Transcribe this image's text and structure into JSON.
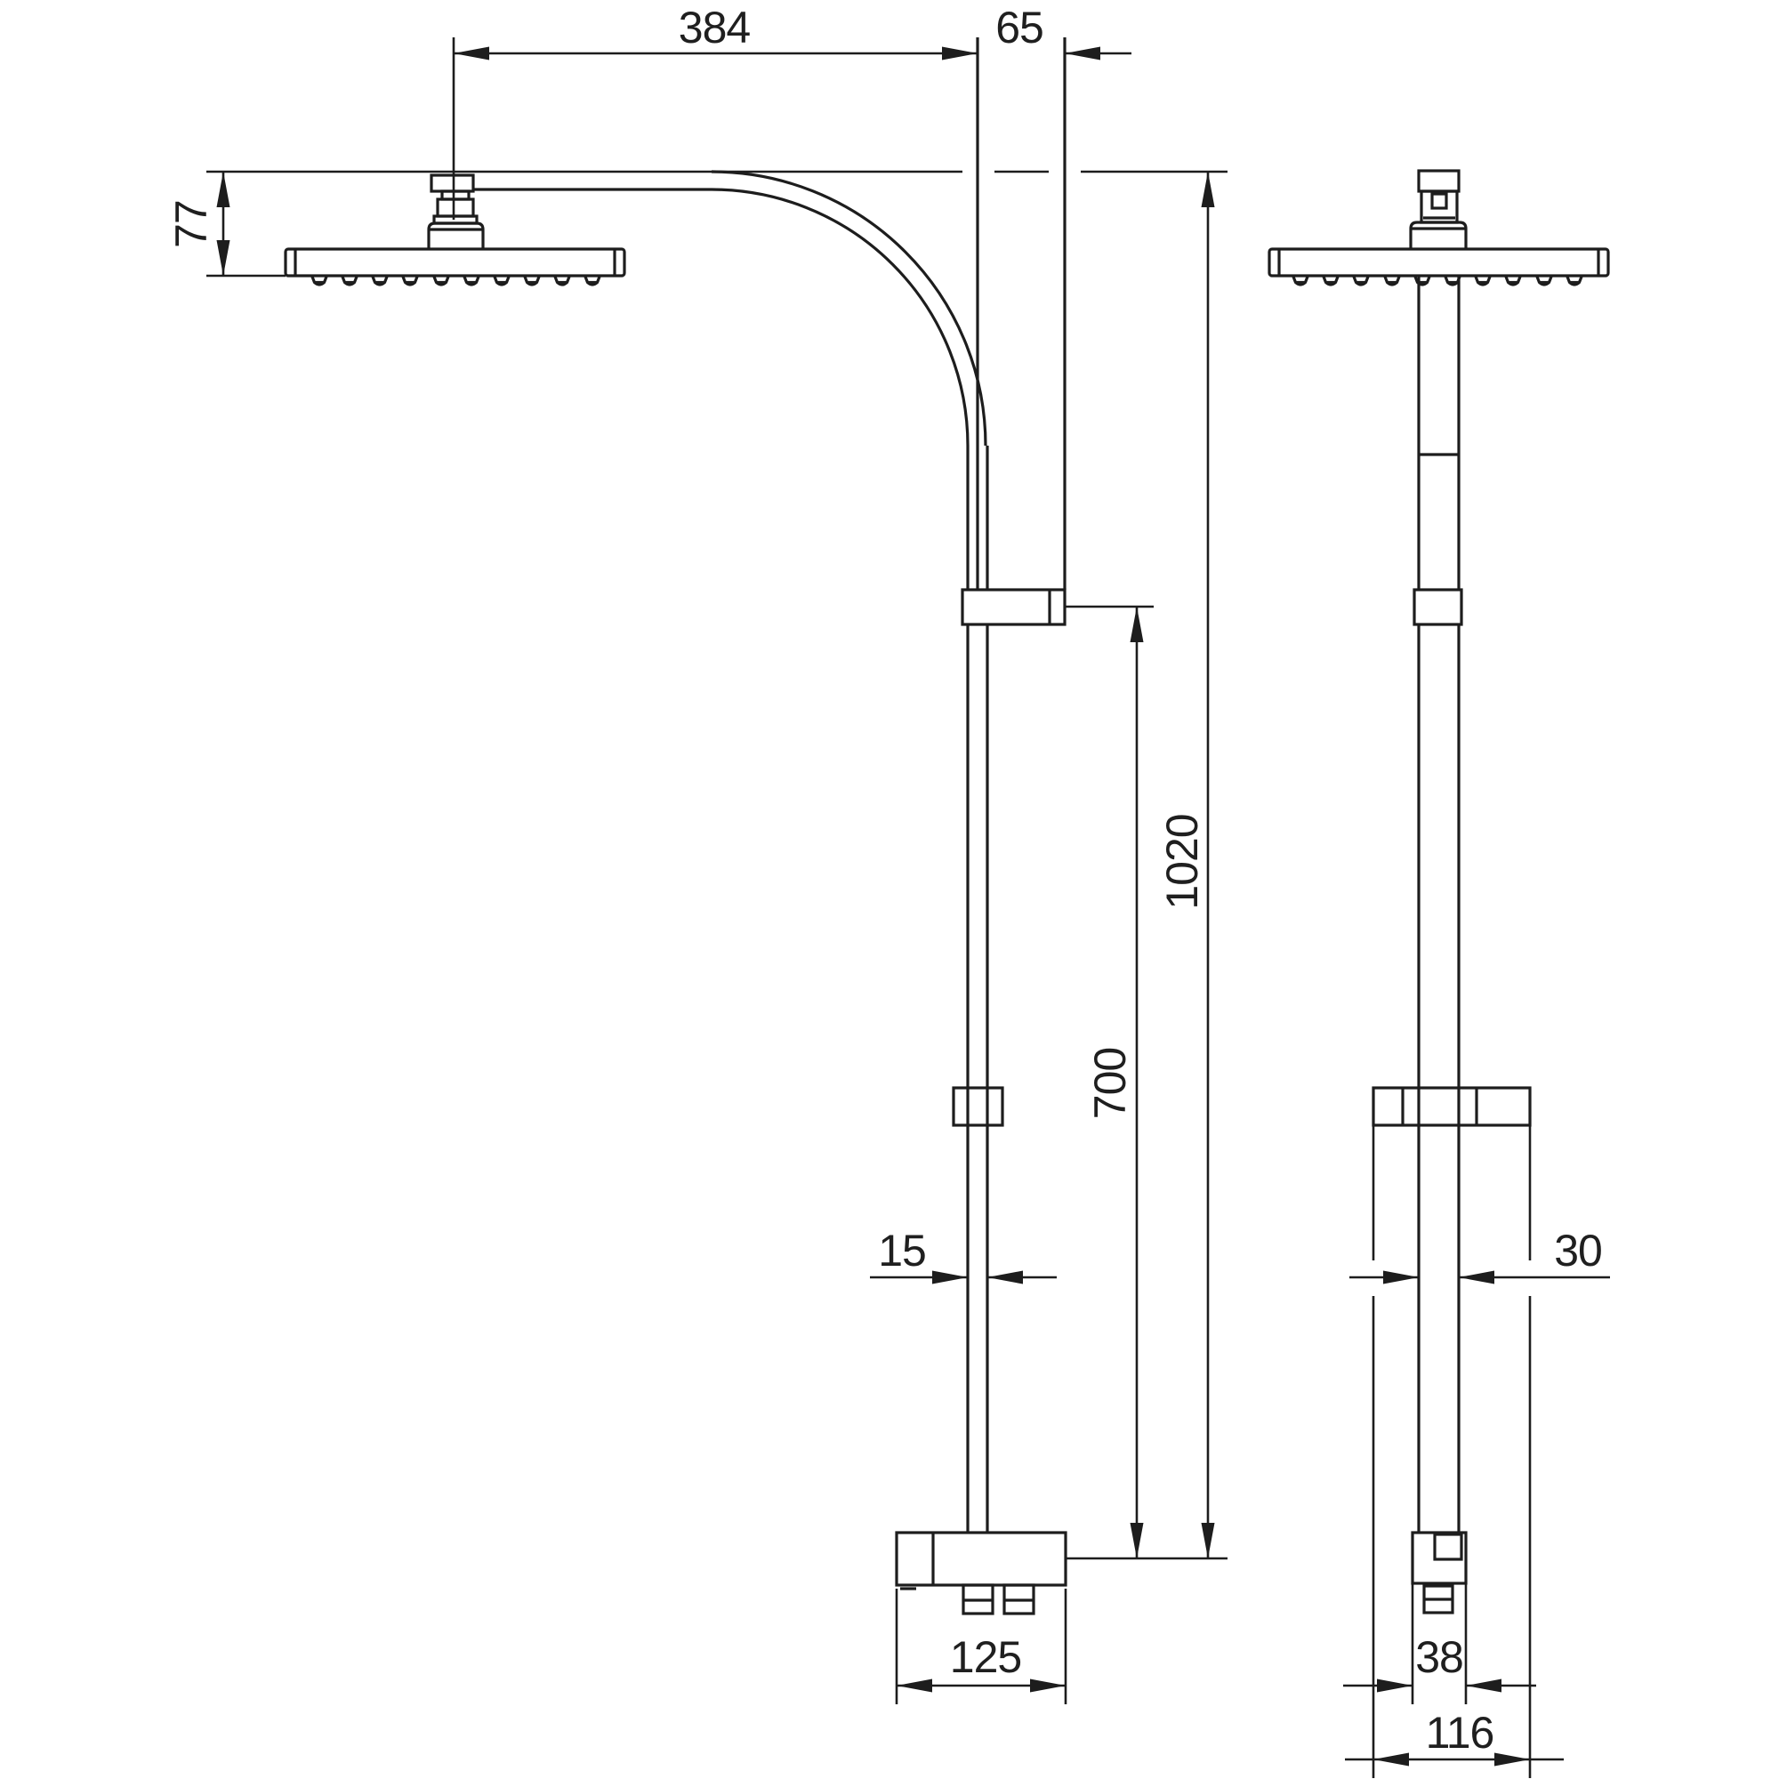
{
  "drawing": {
    "type": "technical-dimension-drawing",
    "subject": "wall-mounted shower column with overhead rain shower, riser rail and mixer, side and front views",
    "background_color": "#ffffff",
    "line_color": "#1d1d1d",
    "dimensions": {
      "arm_projection": "384",
      "wall_offset": "65",
      "head_drop": "77",
      "overall_height": "1020",
      "rail_height": "700",
      "riser_tube_width": "15",
      "front_pipe_width": "30",
      "mixer_width": "125",
      "mixer_body_width": "38",
      "slider_bar_width": "116"
    }
  }
}
